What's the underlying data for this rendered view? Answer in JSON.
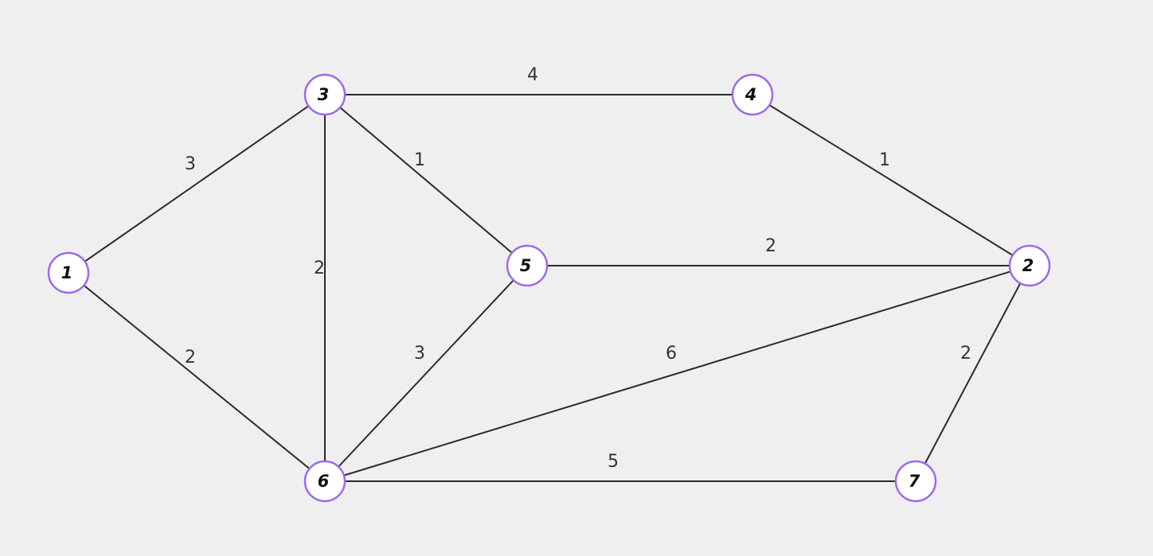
{
  "colors": {
    "background": "#efefef",
    "edge": "#2b2b2b",
    "node_fill": "#ffffff",
    "node_stroke": "#9b6be8"
  },
  "nodes": [
    {
      "id": "1",
      "label": "1"
    },
    {
      "id": "2",
      "label": "2"
    },
    {
      "id": "3",
      "label": "3"
    },
    {
      "id": "4",
      "label": "4"
    },
    {
      "id": "5",
      "label": "5"
    },
    {
      "id": "6",
      "label": "6"
    },
    {
      "id": "7",
      "label": "7"
    }
  ],
  "edges": [
    {
      "id": "1-3",
      "from": "1",
      "to": "3",
      "weight": "3"
    },
    {
      "id": "1-6",
      "from": "1",
      "to": "6",
      "weight": "2"
    },
    {
      "id": "3-4",
      "from": "3",
      "to": "4",
      "weight": "4"
    },
    {
      "id": "3-5",
      "from": "3",
      "to": "5",
      "weight": "1"
    },
    {
      "id": "3-6",
      "from": "3",
      "to": "6",
      "weight": "2"
    },
    {
      "id": "4-2",
      "from": "4",
      "to": "2",
      "weight": "1"
    },
    {
      "id": "5-2",
      "from": "5",
      "to": "2",
      "weight": "2"
    },
    {
      "id": "5-6",
      "from": "5",
      "to": "6",
      "weight": "3"
    },
    {
      "id": "6-2",
      "from": "6",
      "to": "2",
      "weight": "6"
    },
    {
      "id": "6-7",
      "from": "6",
      "to": "7",
      "weight": "5"
    },
    {
      "id": "2-7",
      "from": "2",
      "to": "7",
      "weight": "2"
    }
  ]
}
